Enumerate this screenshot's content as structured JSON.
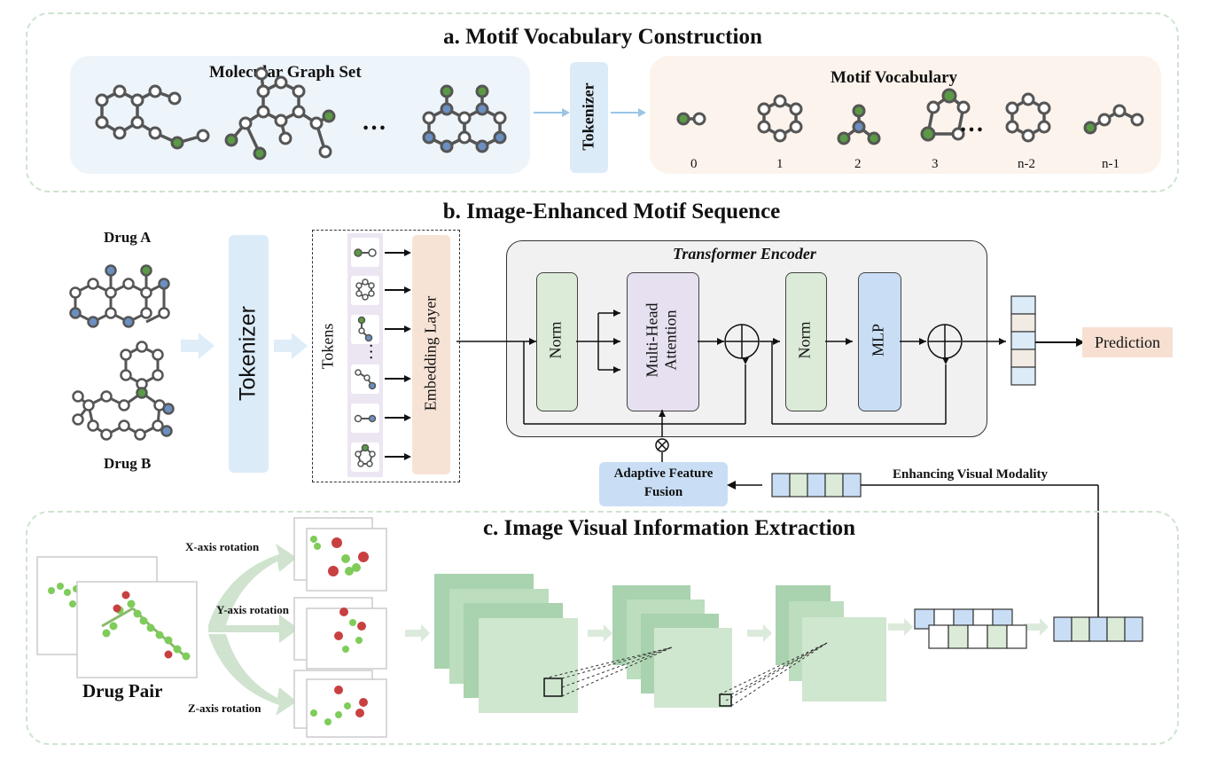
{
  "section_a": {
    "title": "a. Motif Vocabulary Construction",
    "molecular_graph_set": "Molecular Graph  Set",
    "ellipsis": "…",
    "tokenizer": "Tokenizer",
    "motif_vocabulary": "Motif  Vocabulary",
    "motif_indices": [
      "0",
      "1",
      "2",
      "3",
      "n-2",
      "n-1"
    ],
    "motif_ellipsis": "…"
  },
  "section_b": {
    "title": "b. Image-Enhanced Motif Sequence",
    "drug_a": "Drug A",
    "drug_b": "Drug B",
    "tokenizer": "Tokenizer",
    "tokens": "Tokens",
    "token_ellipsis": "…",
    "embedding_layer": "Embedding Layer",
    "transformer_encoder": "Transformer Encoder",
    "norm_1": "Norm",
    "attention_line1": "Multi-Head",
    "attention_line2": "Attention",
    "norm_2": "Norm",
    "mlp": "MLP",
    "prediction": "Prediction",
    "adaptive_fusion_line1": "Adaptive Feature",
    "adaptive_fusion_line2": "Fusion",
    "enhancing_visual": "Enhancing Visual Modality"
  },
  "section_c": {
    "title": "c. Image Visual Information Extraction",
    "x_rotation": "X-axis rotation",
    "y_rotation": "Y-axis rotation",
    "z_rotation": "Z-axis rotation",
    "drug_pair": "Drug Pair"
  },
  "colors": {
    "panel_blue": "#edf4fa",
    "panel_orange": "#fbf3ec",
    "tokenizer_blue": "#dcebf8",
    "norm_green": "#dcebd8",
    "attention_purple": "#e6e0f0",
    "mlp_blue": "#c9def5",
    "embedding_orange": "#f7e3d5",
    "prediction_orange": "#f7e0d2",
    "fusion_blue": "#c9def5",
    "encoder_gray": "#f1f1f1",
    "atom_green": "#5a9a44",
    "atom_blue": "#6b8fc0",
    "feature_green": "#cfe6cf",
    "feature_dark_green": "#a9d2ae",
    "token_purple": "#ece6f3"
  }
}
